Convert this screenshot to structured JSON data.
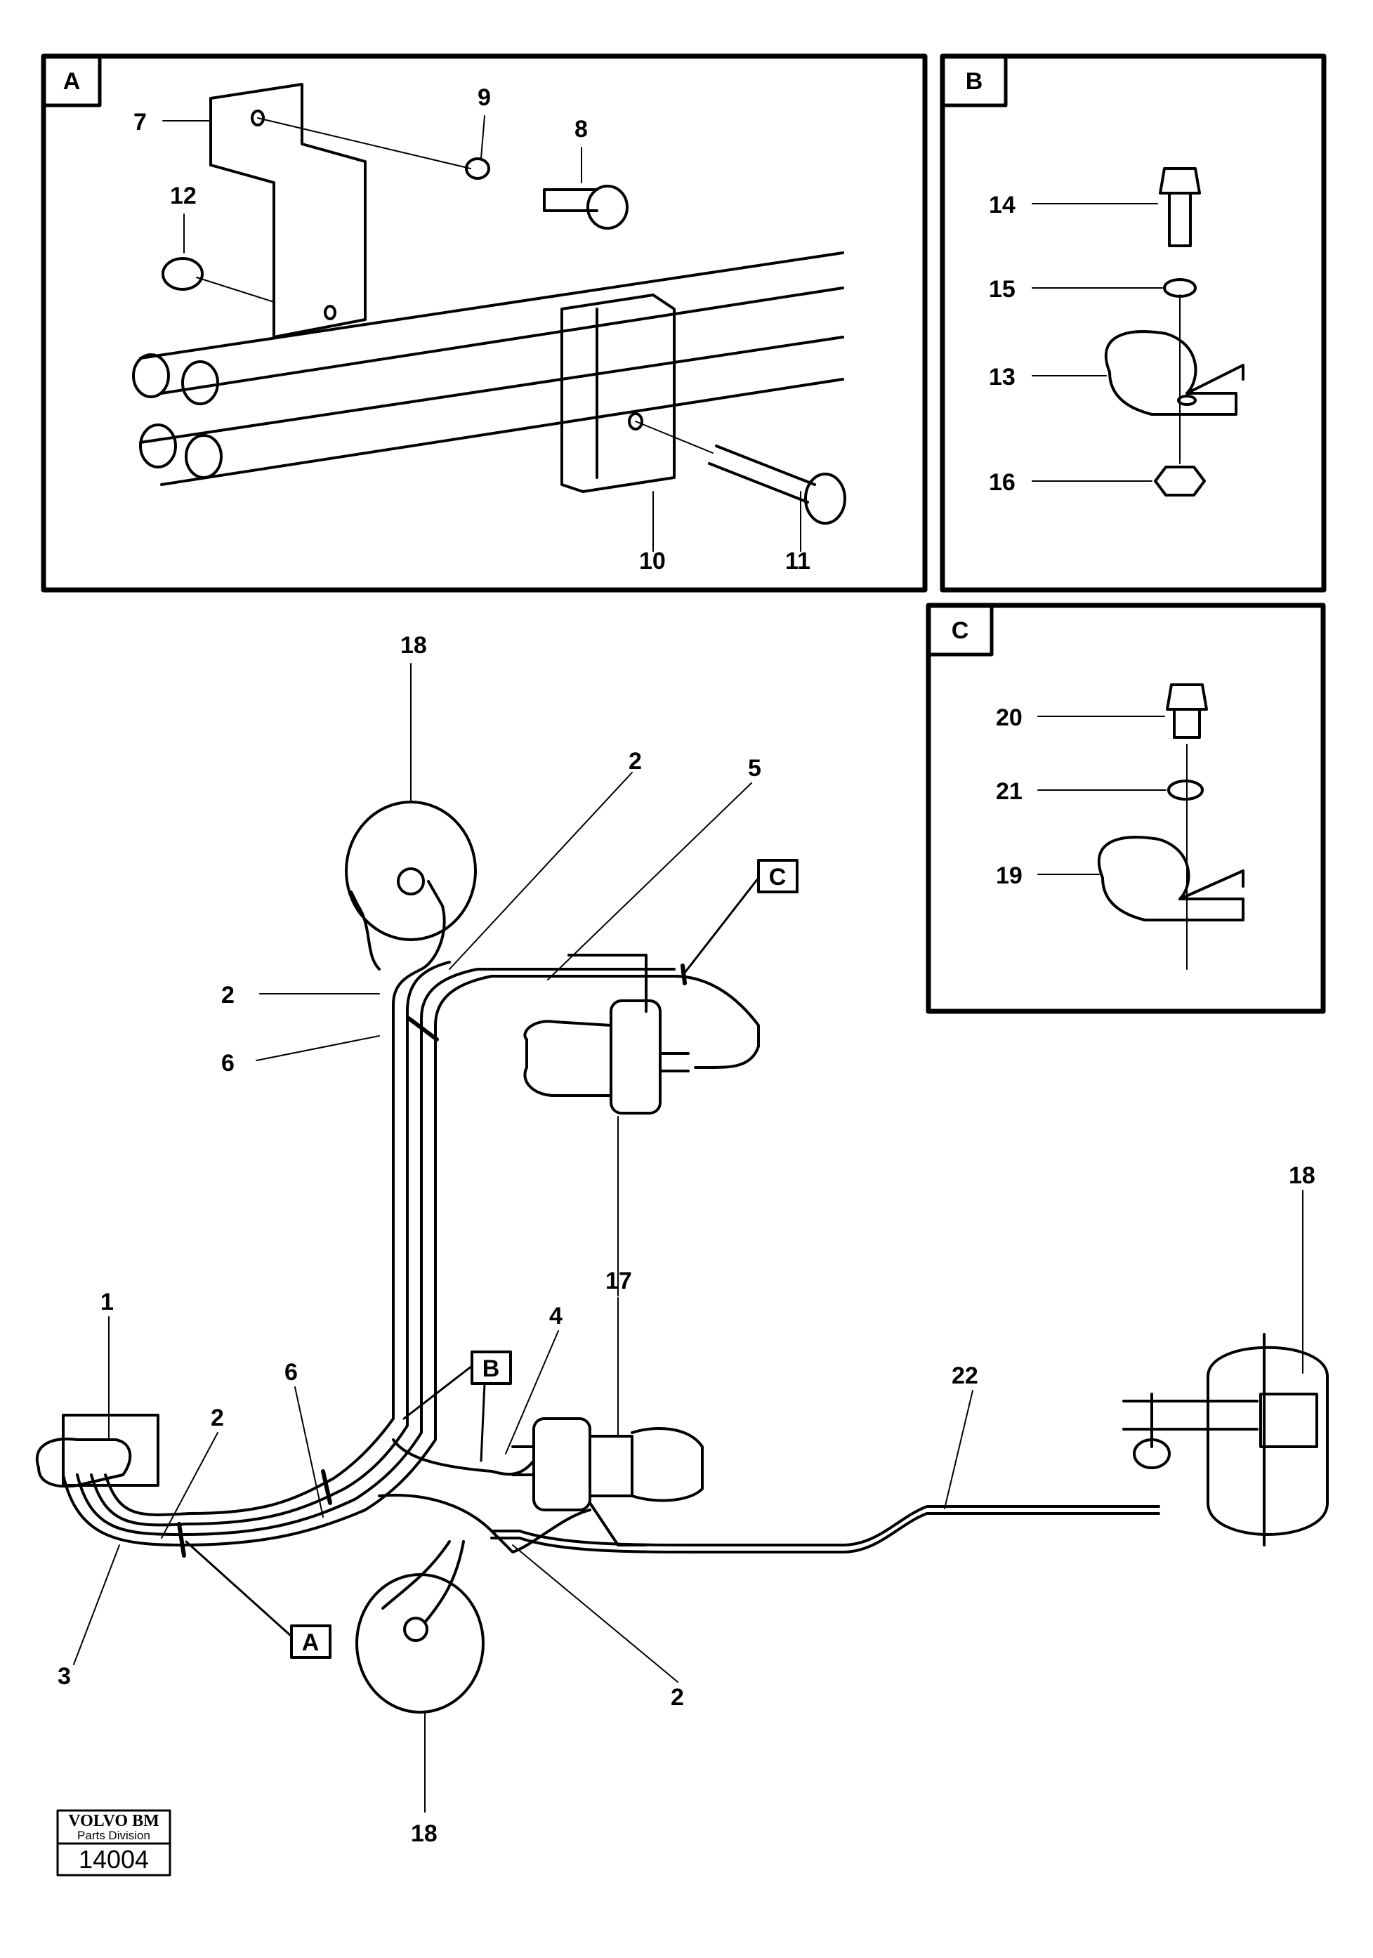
{
  "panels": {
    "A": {
      "tag": "A",
      "labels": {
        "l7": "7",
        "l9": "9",
        "l8": "8",
        "l12": "12",
        "l10": "10",
        "l11": "11"
      }
    },
    "B": {
      "tag": "B",
      "labels": {
        "l14": "14",
        "l15": "15",
        "l13": "13",
        "l16": "16"
      }
    },
    "C": {
      "tag": "C",
      "labels": {
        "l20": "20",
        "l21": "21",
        "l19": "19"
      }
    }
  },
  "main": {
    "labels": {
      "l18_top": "18",
      "l2_a": "2",
      "l5": "5",
      "l2_b": "2",
      "l6_a": "6",
      "l17": "17",
      "l18_right": "18",
      "l1": "1",
      "l2_c": "2",
      "l6_b": "6",
      "l4": "4",
      "l22": "22",
      "l3": "3",
      "l2_d": "2",
      "l18_bottom": "18"
    },
    "callouts": {
      "A": "A",
      "B": "B",
      "C": "C"
    }
  },
  "logo": {
    "brand": "VOLVO BM",
    "division": "Parts Division",
    "number": "14004"
  }
}
